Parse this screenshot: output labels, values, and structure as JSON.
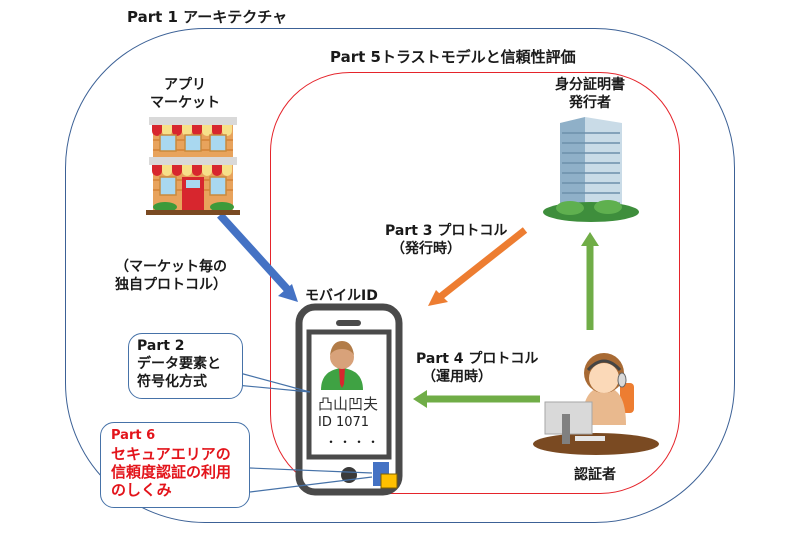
{
  "titles": {
    "part1": "Part 1 アーキテクチャ",
    "part5": "Part 5トラストモデルと信頼性評価"
  },
  "nodes": {
    "app_market": {
      "line1": "アプリ",
      "line2": "マーケット"
    },
    "issuer": {
      "line1": "身分証明書",
      "line2": "発行者"
    },
    "mobile_id": {
      "label": "モバイルID"
    },
    "verifier": {
      "label": "認証者"
    }
  },
  "phone_screen": {
    "name": "凸山凹夫",
    "id": "ID 1071",
    "ellipsis": "・・・・"
  },
  "arrows": {
    "market_protocol": {
      "line1": "（マーケット毎の",
      "line2": "独自プロトコル）",
      "color": "#4472c4"
    },
    "part3": {
      "line1": "Part 3 プロトコル",
      "line2": "（発行時）",
      "color": "#ed7d31"
    },
    "part4": {
      "line1": "Part 4 プロトコル",
      "line2": "（運用時）",
      "color": "#70ad47"
    }
  },
  "callouts": {
    "part2": {
      "line1": "Part 2",
      "line2": "データ要素と",
      "line3": "符号化方式"
    },
    "part6": {
      "line1": "Part 6",
      "line2": "セキュアエリアの",
      "line3": "信頼度認証の利用",
      "line4": "のしくみ",
      "color": "#e3141b"
    }
  }
}
